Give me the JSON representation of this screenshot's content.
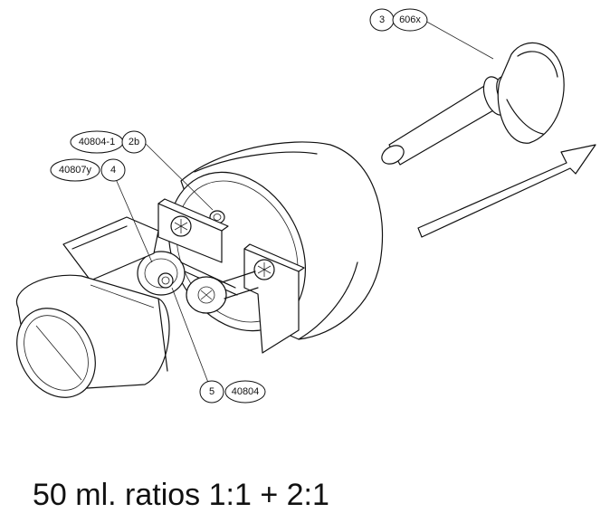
{
  "callouts": {
    "c3": {
      "num": "3",
      "code": "606x"
    },
    "c2b": {
      "code": "40804-1",
      "num": "2b"
    },
    "c4": {
      "code": "40807y",
      "num": "4"
    },
    "c5": {
      "num": "5",
      "code": "40804"
    }
  },
  "caption": "50 ml. ratios 1:1 + 2:1",
  "colors": {
    "line": "#111111",
    "background": "#ffffff"
  }
}
